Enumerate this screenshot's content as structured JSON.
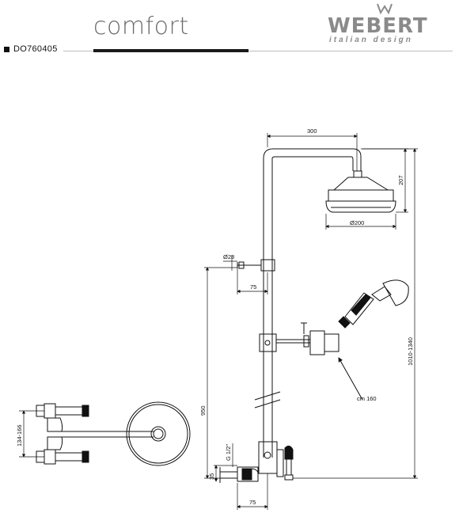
{
  "header": {
    "title": "comfort",
    "product_code": "DO760405"
  },
  "logo": {
    "brand": "WEBERT",
    "tagline": "italian design"
  },
  "dimensions": {
    "arm_length": "300",
    "head_drop": "207",
    "head_diameter": "Ø200",
    "outlet_diameter": "Ø28",
    "outlet_projection": "75",
    "total_height": "1010-1340",
    "outlet_height": "950",
    "hose_length": "cm 160",
    "thread": "G 1/2\"",
    "body_height": "35",
    "body_projection": "75",
    "center_distance": "134-166"
  },
  "colors": {
    "line": "#111111",
    "logo": "#8a8a8a"
  }
}
